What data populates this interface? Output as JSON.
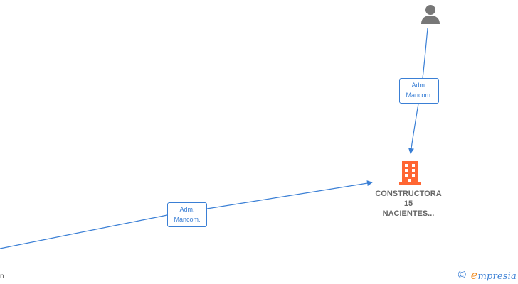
{
  "edges": [
    {
      "id": "top",
      "label_line1": "Adm.",
      "label_line2": "Mancom."
    },
    {
      "id": "bottom",
      "label_line1": "Adm.",
      "label_line2": "Mancom."
    }
  ],
  "company": {
    "name_line1": "CONSTRUCTORA",
    "name_line2": "15",
    "name_line3": "NACIENTES...",
    "icon": "building-icon",
    "icon_color": "#ff6633"
  },
  "person": {
    "icon": "person-icon",
    "icon_color": "#777777"
  },
  "left_node": {
    "fragment": "n"
  },
  "brand": {
    "copyright_symbol": "©",
    "logo_initial": "e",
    "logo_rest": "mpresia",
    "accent_color": "#3a7fd5",
    "logo_color": "#f08a1e"
  },
  "edge_color": "#3a7fd5"
}
